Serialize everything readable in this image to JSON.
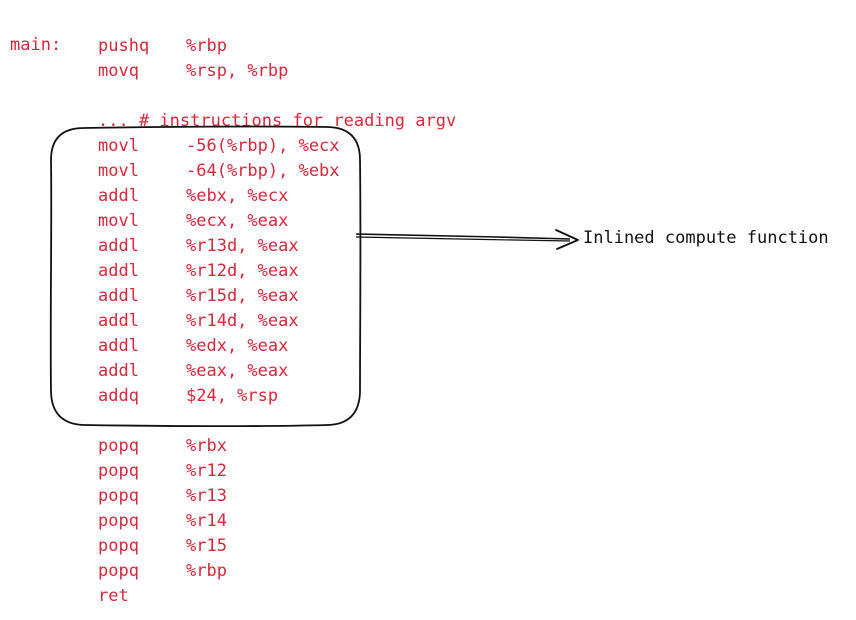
{
  "colors": {
    "code": "#d9273c",
    "stroke": "#111111",
    "background": "#ffffff"
  },
  "code": {
    "label": "main:",
    "prologue": [
      {
        "mnemonic": "pushq",
        "operands": "%rbp"
      },
      {
        "mnemonic": "movq",
        "operands": "%rsp, %rbp"
      }
    ],
    "comment": "... # instructions for reading argv",
    "inlined": [
      {
        "mnemonic": "movl",
        "operands": "-56(%rbp), %ecx"
      },
      {
        "mnemonic": "movl",
        "operands": "-64(%rbp), %ebx"
      },
      {
        "mnemonic": "addl",
        "operands": "%ebx, %ecx"
      },
      {
        "mnemonic": "movl",
        "operands": "%ecx, %eax"
      },
      {
        "mnemonic": "addl",
        "operands": "%r13d, %eax"
      },
      {
        "mnemonic": "addl",
        "operands": "%r12d, %eax"
      },
      {
        "mnemonic": "addl",
        "operands": "%r15d, %eax"
      },
      {
        "mnemonic": "addl",
        "operands": "%r14d, %eax"
      },
      {
        "mnemonic": "addl",
        "operands": "%edx, %eax"
      },
      {
        "mnemonic": "addl",
        "operands": "%eax, %eax"
      },
      {
        "mnemonic": "addq",
        "operands": "$24, %rsp"
      }
    ],
    "epilogue": [
      {
        "mnemonic": "popq",
        "operands": "%rbx"
      },
      {
        "mnemonic": "popq",
        "operands": "%r12"
      },
      {
        "mnemonic": "popq",
        "operands": "%r13"
      },
      {
        "mnemonic": "popq",
        "operands": "%r14"
      },
      {
        "mnemonic": "popq",
        "operands": "%r15"
      },
      {
        "mnemonic": "popq",
        "operands": "%rbp"
      },
      {
        "mnemonic": "ret",
        "operands": ""
      }
    ]
  },
  "annotation": {
    "text": "Inlined compute function"
  }
}
